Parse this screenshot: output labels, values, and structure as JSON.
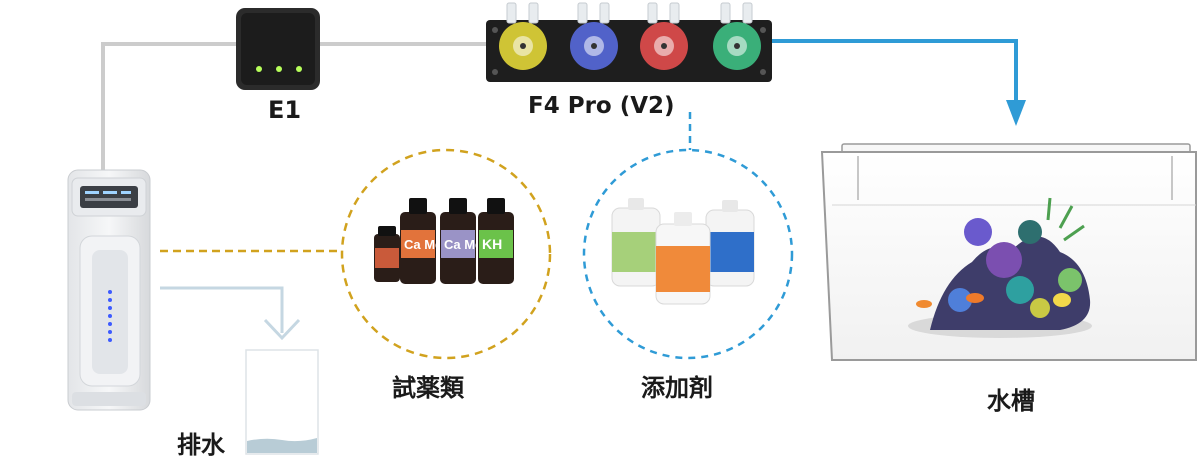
{
  "labels": {
    "controller": "E1",
    "pump": "F4 Pro (V2)",
    "reagents": "試薬類",
    "additives": "添加剤",
    "tank": "水槽",
    "drain": "排水"
  },
  "colors": {
    "tube_gray": "#cccccc",
    "tube_blue": "#2f9bd6",
    "reagent_dashed": "#d1a21e",
    "additive_dashed": "#2f9bd6",
    "drain_line": "#c5d7e2",
    "drain_water": "#b8ccd6",
    "pump_head_colors": [
      "#efe23a",
      "#5a6fe8",
      "#ef5050",
      "#3fc98a"
    ]
  },
  "reagent_bottle_labels": [
    "Ca Mg",
    "Ca Mg",
    "KH"
  ],
  "additive_bottle_labels": [
    "",
    "",
    ""
  ]
}
